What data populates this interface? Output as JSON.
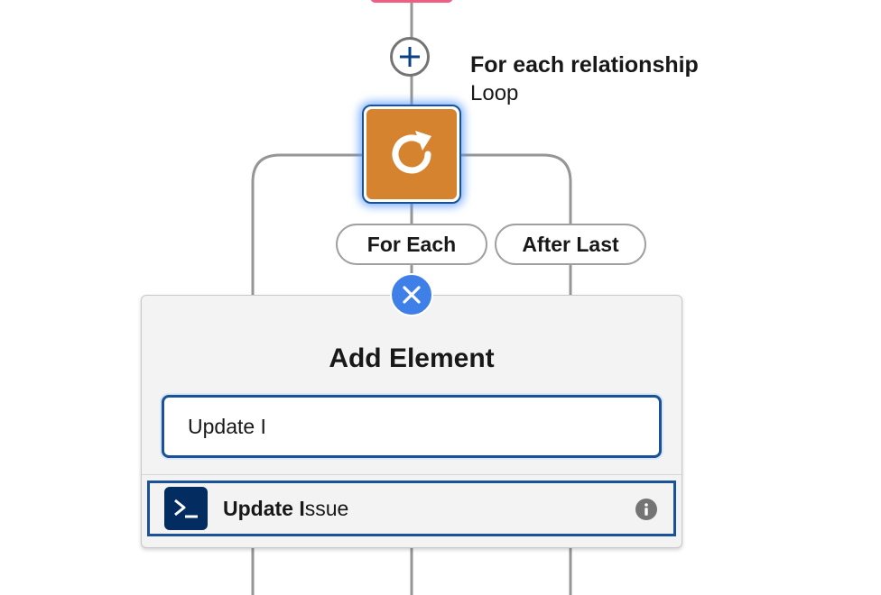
{
  "canvas": {
    "colors": {
      "connector": "#969696",
      "accent": "#1b5297",
      "loop": "#d68330",
      "close": "#3f80e8"
    }
  },
  "loop_element": {
    "title": "For each relationship",
    "type_label": "Loop",
    "icon": "loop-refresh-icon"
  },
  "branches": {
    "for_each": "For Each",
    "after_last": "After Last"
  },
  "add_element_panel": {
    "title": "Add Element",
    "search": {
      "value": "Update I",
      "placeholder": ""
    },
    "results": [
      {
        "match": "Update I",
        "rest": "ssue",
        "icon": "apex-action-terminal-icon",
        "info_icon": "info-icon"
      }
    ]
  }
}
